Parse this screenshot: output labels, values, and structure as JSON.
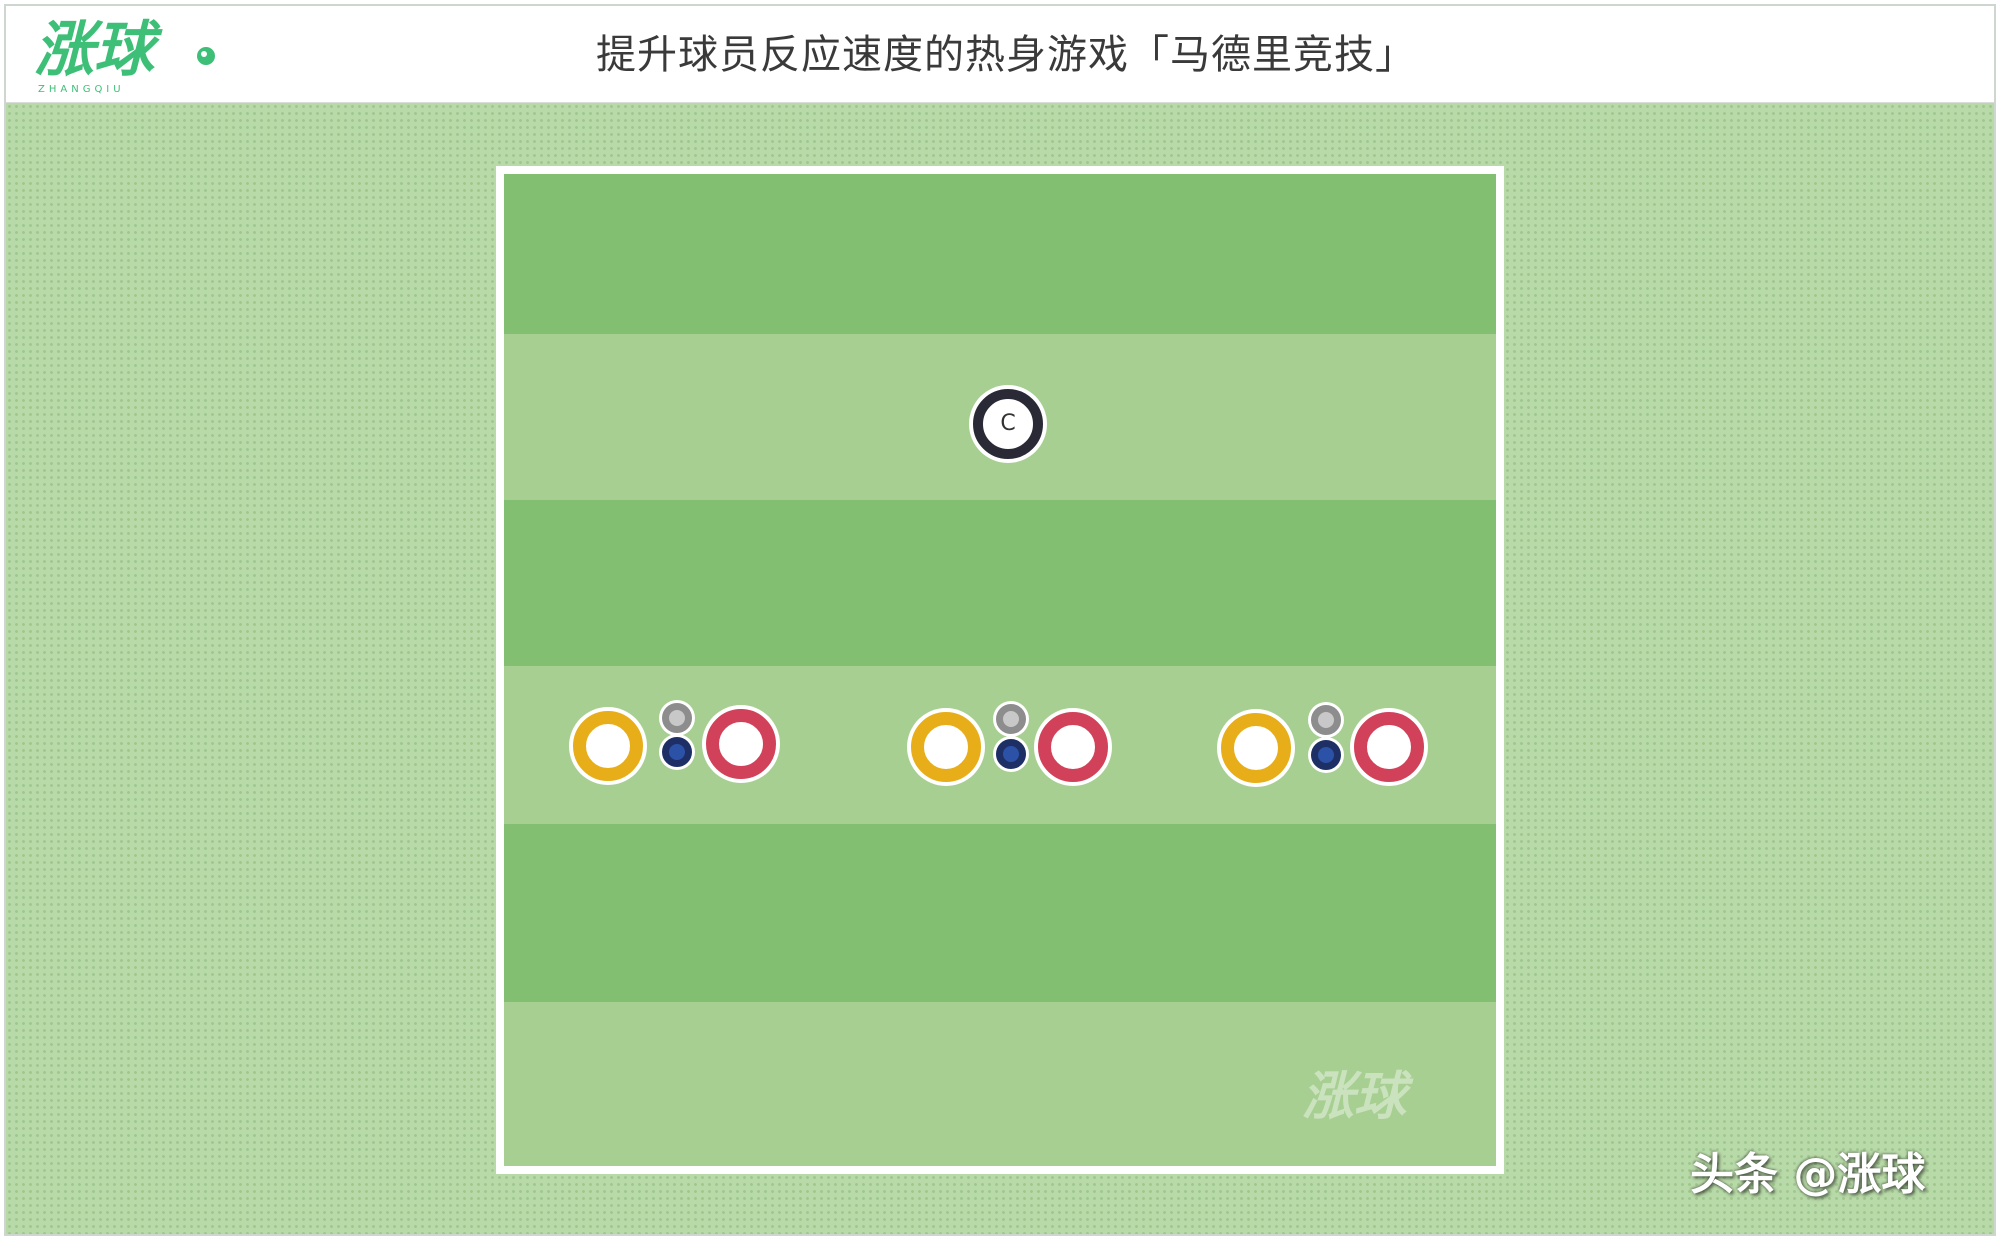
{
  "header": {
    "logo_text": "涨球",
    "logo_subtext": "ZHANGQIU",
    "title": "提升球员反应速度的热身游戏「马德里竞技」"
  },
  "field": {
    "coach_label": "C"
  },
  "watermark": {
    "text": "涨球"
  },
  "footer": {
    "credit": "头条 @涨球"
  },
  "colors": {
    "brand_green": "#3dbf78",
    "field_dark": "#82bf70",
    "field_light": "#a7cf92",
    "ring_yellow": "#e8ae1a",
    "ring_red": "#d2415a",
    "dot_gray": "#8d8d8d",
    "dot_blue": "#2c52a8",
    "coach": "#2a2a36"
  }
}
